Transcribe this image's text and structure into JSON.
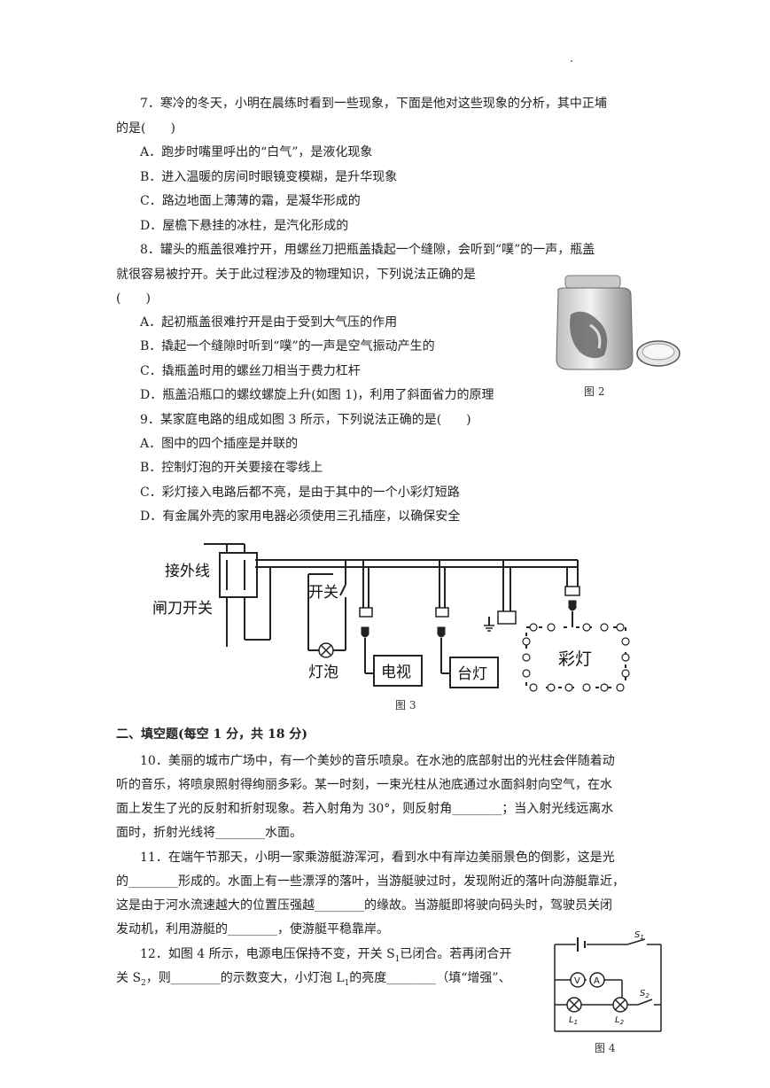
{
  "q7": {
    "stem_line1": "7．寒冷的冬天，小明在晨练时看到一些现象，下面是他对这些现象的分析，其中正埔",
    "stem_line2": "的是(　　)",
    "options": [
      "A．跑步时嘴里呼出的“白气”，是液化现象",
      "B．进入温暖的房间时眼镜变模糊，是升华现象",
      "C．路边地面上薄薄的霜，是凝华形成的",
      "D．屋檐下悬挂的冰柱，是汽化形成的"
    ]
  },
  "q8": {
    "stem_line1": "8．罐头的瓶盖很难拧开，用螺丝刀把瓶盖撬起一个缝隙，会听到“噗”的一声，瓶盖",
    "stem_line2": "就很容易被拧开。关于此过程涉及的物理知识，下列说法正确的是",
    "stem_line3": "(　　)",
    "options": [
      "A．起初瓶盖很难拧开是由于受到大气压的作用",
      "B．撬起一个缝隙时听到“噗”的一声是空气振动产生的",
      "C．撬瓶盖时用的螺丝刀相当于费力杠杆",
      "D．瓶盖沿瓶口的螺纹螺旋上升(如图 1)，利用了斜面省力的原理"
    ],
    "figure_caption": "图 2"
  },
  "q9": {
    "stem": "9．某家庭电路的组成如图 3 所示，下列说法正确的是(　　)",
    "options": [
      "A．图中的四个插座是并联的",
      "B．控制灯泡的开关要接在零线上",
      "C．彩灯接入电路后都不亮，是由于其中的一个小彩灯短路",
      "D．有金属外壳的家用电器必须使用三孔插座，以确保安全"
    ],
    "figure": {
      "label_outer_line": "接外线",
      "label_knife_switch": "闸刀开关",
      "label_switch": "开关",
      "label_bulb": "灯泡",
      "label_tv": "电视",
      "label_lamp": "台灯",
      "label_string_lights": "彩灯",
      "caption": "图 3"
    }
  },
  "section2": {
    "heading": "二、填空题(每空 1 分，共 18 分)"
  },
  "q10": {
    "lines": [
      "10．美丽的城市广场中，有一个美妙的音乐喷泉。在水池的底部射出的光柱会伴随着动",
      "听的音乐，将喷泉照射得绚丽多彩。某一时刻，一束光柱从池底通过水面斜射向空气，在水",
      "面上发生了光的反射和折射现象。若入射角为 30°，则反射角________；当入射光线远离水",
      "面时，折射光线将________水面。"
    ]
  },
  "q11": {
    "lines": [
      "11．在端午节那天，小明一家乘游艇游浑河，看到水中有岸边美丽景色的倒影，这是光",
      "的________形成的。水面上有一些漂浮的落叶，当游艇驶过时，发现附近的落叶向游艇靠近，",
      "这是由于河水流速越大的位置压强越________的缘故。当游艇即将驶向码头时，驾驶员关闭",
      "发动机，利用游艇的________，使游艇平稳靠岸。"
    ]
  },
  "q12": {
    "line1_a": "12．如图 4 所示，电源电压保持不变，开关 S",
    "line1_sub": "1",
    "line1_b": "已闭合。若再闭合开",
    "line2_a": "关 S",
    "line2_sub": "2",
    "line2_b": "，则________的示数变大，小灯泡 L",
    "line2_sub2": "1",
    "line2_c": "的亮度________（填“增强”、",
    "figure": {
      "s1": "S",
      "s1_sub": "1",
      "s2": "S",
      "s2_sub": "2",
      "voltmeter": "V",
      "ammeter": "A",
      "l1": "L",
      "l1_sub": "1",
      "l2": "L",
      "l2_sub": "2",
      "caption": "图 4"
    }
  }
}
